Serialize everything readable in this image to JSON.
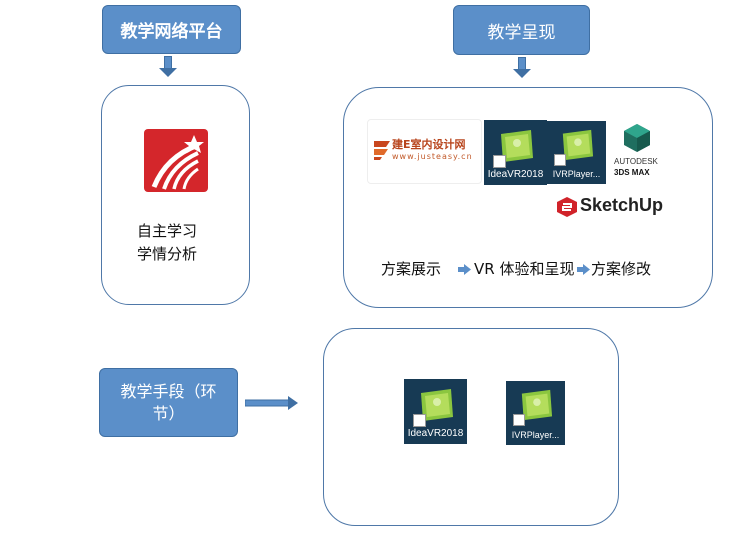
{
  "top_left_box": {
    "title": "教学网络平台"
  },
  "top_right_box": {
    "title": "教学呈现"
  },
  "left_panel": {
    "lines": [
      "自主学习",
      "学情分析"
    ]
  },
  "right_panel": {
    "logo_text": "建E室内设计网",
    "logo_url_text": "www.justeasy.cn",
    "app1_label": "IdeaVR2018",
    "app2_label": "IVRPlayer...",
    "autodesk_line1": "AUTODESK",
    "autodesk_line2": "3DS MAX",
    "sketchup_label": "SketchUp",
    "flow_step1": "方案展示",
    "flow_step2": "VR 体验和呈现",
    "flow_step3": "方案修改"
  },
  "bottom_left_box": {
    "title": "教学手段（环节）",
    "line1": "教学手段（环",
    "line2": "节）"
  },
  "bottom_panel": {
    "app1_label": "IdeaVR2018",
    "app2_label": "IVRPlayer..."
  }
}
